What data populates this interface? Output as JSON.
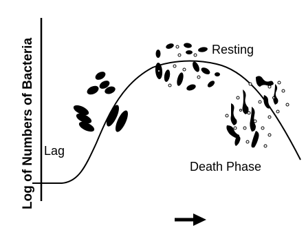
{
  "diagram": {
    "y_axis_label": "Log of Numbers of Bacteria",
    "phases": {
      "lag": "Lag",
      "resting": "Resting",
      "death": "Death Phase"
    },
    "time_arrow_icon": "right-arrow-icon",
    "colors": {
      "ink": "#000000",
      "background": "#ffffff"
    }
  }
}
